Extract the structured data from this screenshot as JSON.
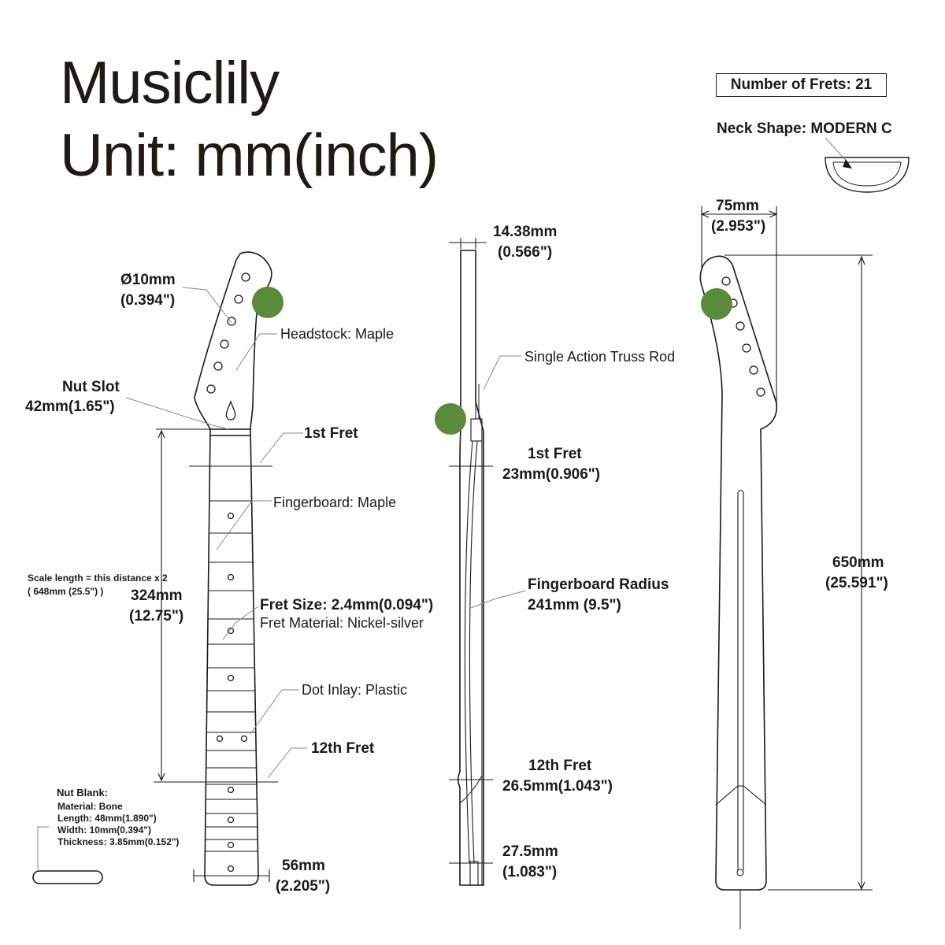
{
  "title": {
    "line1": "Musiclily",
    "line2": "Unit: mm(inch)"
  },
  "specs": {
    "frets": "Number of Frets: 21",
    "neck_shape": "Neck Shape: MODERN C"
  },
  "front_view": {
    "hole_mm": "Ø10mm",
    "hole_in": "(0.394\")",
    "headstock": "Headstock: Maple",
    "nut_slot_title": "Nut Slot",
    "nut_slot_value": "42mm(1.65\")",
    "first_fret": "1st Fret",
    "fingerboard": "Fingerboard: Maple",
    "scale_note_1": "Scale length = this distance x 2",
    "scale_note_2": "( 648mm (25.5\") )",
    "scale_mm": "324mm",
    "scale_in": "(12.75\")",
    "fret_size": "Fret Size: 2.4mm(0.094\")",
    "fret_material": "Fret Material: Nickel-silver",
    "dot_inlay": "Dot Inlay: Plastic",
    "twelfth_fret": "12th Fret",
    "heel_mm": "56mm",
    "heel_in": "(2.205\")"
  },
  "nut_blank": {
    "title": "Nut Blank:",
    "material": "Material: Bone",
    "length": "Length: 48mm(1.890\")",
    "width": "Width: 10mm(0.394\")",
    "thickness": "Thickness: 3.85mm(0.152\")"
  },
  "side_view": {
    "head_thick_mm": "14.38mm",
    "head_thick_in": "(0.566\")",
    "truss_rod": "Single Action Truss Rod",
    "first_fret_title": "1st Fret",
    "first_fret_value": "23mm(0.906\")",
    "radius_title": "Fingerboard Radius",
    "radius_value": "241mm (9.5\")",
    "twelfth_title": "12th Fret",
    "twelfth_value": "26.5mm(1.043\")",
    "heel_mm": "27.5mm",
    "heel_in": "(1.083\")"
  },
  "back_view": {
    "head_width_mm": "75mm",
    "head_width_in": "(2.953\")",
    "length_mm": "650mm",
    "length_in": "(25.591\")"
  },
  "colors": {
    "line": "#1a1a1a",
    "marker": "#5a8a3c",
    "leader": "#888888"
  }
}
